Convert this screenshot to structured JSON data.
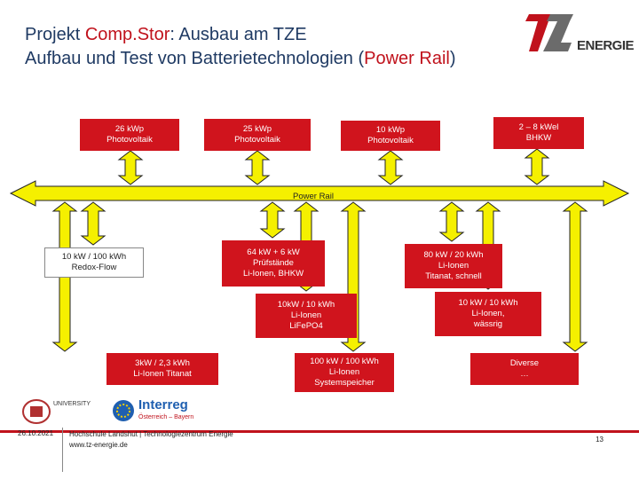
{
  "title": {
    "line1_prefix": "Projekt ",
    "line1_highlight": "Comp.Stor",
    "line1_suffix": ": Ausbau am TZE",
    "line2_prefix": "Aufbau und Test von Batterietechnologien (",
    "line2_highlight": "Power Rail",
    "line2_suffix": ")"
  },
  "logo": {
    "letters": "TZ",
    "word": "ENERGIE"
  },
  "rail": {
    "label": "Power Rail"
  },
  "boxes": {
    "pv1": "26 kWp\nPhotovoltaik",
    "pv2": "25 kWp\nPhotovoltaik",
    "pv3": "10 kWp\nPhotovoltaik",
    "bhkw": "2 – 8 kWel\nBHKW",
    "redox": "10 kW / 100 kWh\nRedox-Flow",
    "pruef": "64 kW + 6 kW\nPrüfstände\nLi-Ionen, BHKW",
    "titanat_fast": "80 kW / 20 kWh\nLi-Ionen\nTitanat, schnell",
    "lifepo": "10kW / 10 kWh\nLi-Ionen\nLiFePO4",
    "waessrig": "10 kW / 10 kWh\nLi-Ionen,\nwässrig",
    "titanat": "3kW / 2,3 kWh\nLi-Ionen Titanat",
    "system": "100 kW / 100 kWh\nLi-Ionen\nSystemspeicher",
    "diverse": "Diverse\n…"
  },
  "partners": {
    "university": "UNIVERSITY",
    "interreg": "Interreg",
    "interreg_sub": "Österreich – Bayern"
  },
  "footer": {
    "date": "26.10.2021",
    "text": "Hochschule Landshut | Technologiezentrum Energie\nwww.tz-energie.de",
    "page": "13"
  },
  "colors": {
    "box": "#d0141d",
    "arrow": "#f5f000",
    "title": "#1f3a63",
    "accent": "#c0121c"
  }
}
